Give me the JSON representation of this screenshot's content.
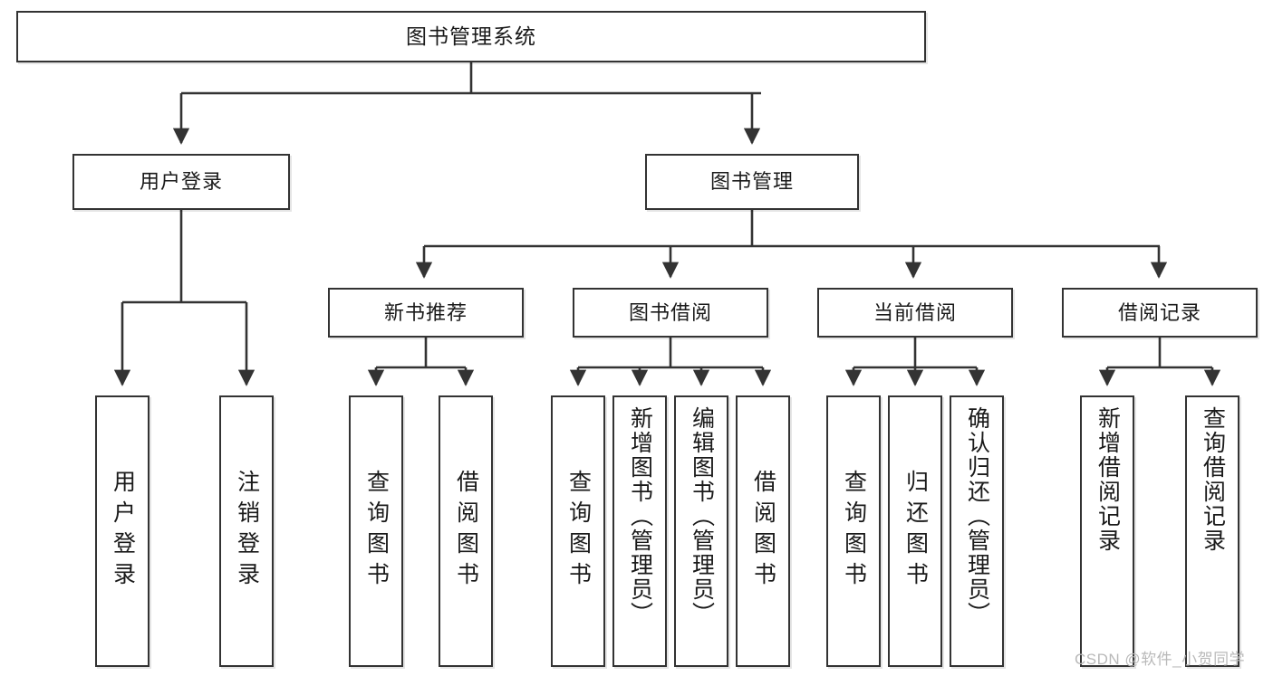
{
  "diagram": {
    "type": "tree",
    "title": "图书管理系统",
    "watermark": "CSDN @软件_小贺同学",
    "colors": {
      "box_border": "#333333",
      "box_fill": "#ffffff",
      "connector": "#333333",
      "text": "#1a1a1a",
      "watermark": "#b9b9b9"
    },
    "nodes": {
      "root": {
        "label": "图书管理系统"
      },
      "level2": [
        {
          "id": "user-login",
          "label": "用户登录"
        },
        {
          "id": "book-manage",
          "label": "图书管理"
        }
      ],
      "level3": [
        {
          "id": "new-book-rec",
          "label": "新书推荐"
        },
        {
          "id": "book-borrow",
          "label": "图书借阅"
        },
        {
          "id": "current-borrow",
          "label": "当前借阅"
        },
        {
          "id": "borrow-record",
          "label": "借阅记录"
        }
      ],
      "leaves": {
        "user_login": [
          {
            "id": "leaf-user-login",
            "label": "用户登录"
          },
          {
            "id": "leaf-user-logout",
            "label": "注销登录"
          }
        ],
        "new_book_rec": [
          {
            "id": "leaf-nbr-query",
            "label": "查询图书"
          },
          {
            "id": "leaf-nbr-borrow",
            "label": "借阅图书"
          }
        ],
        "book_borrow": [
          {
            "id": "leaf-bb-query",
            "label": "查询图书"
          },
          {
            "id": "leaf-bb-add",
            "label": "新增图书（管理员）"
          },
          {
            "id": "leaf-bb-edit",
            "label": "编辑图书（管理员）"
          },
          {
            "id": "leaf-bb-borrow",
            "label": "借阅图书"
          }
        ],
        "current_borrow": [
          {
            "id": "leaf-cb-query",
            "label": "查询图书"
          },
          {
            "id": "leaf-cb-return",
            "label": "归还图书"
          },
          {
            "id": "leaf-cb-confirm",
            "label": "确认归还（管理员）"
          }
        ],
        "borrow_record": [
          {
            "id": "leaf-br-add",
            "label": "新增借阅记录"
          },
          {
            "id": "leaf-br-query",
            "label": "查询借阅记录"
          }
        ]
      }
    }
  }
}
